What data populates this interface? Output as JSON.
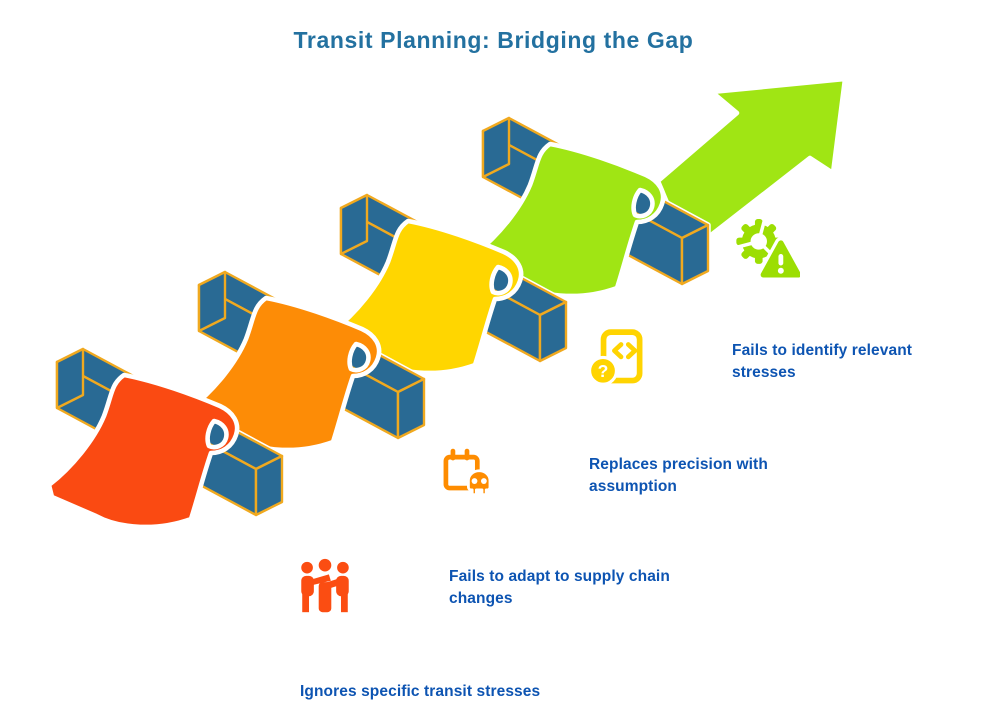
{
  "title": "Transit Planning: Bridging the Gap",
  "theme": {
    "background": "#ffffff",
    "title": "#2371a0",
    "text": "#0d54b2",
    "bar": "#296a94",
    "bar_edge": "#f0a91f",
    "outline": "#ffffff"
  },
  "ribbon_steps": [
    {
      "name": "step-1-red",
      "color": "#fa4a12"
    },
    {
      "name": "step-2-orange",
      "color": "#fd8c06"
    },
    {
      "name": "step-3-yellow",
      "color": "#ffd600"
    },
    {
      "name": "step-4-green",
      "color": "#a0e514",
      "has_arrow": true
    }
  ],
  "annotation_rows": [
    {
      "label": "Ignores specific transit stresses",
      "icon": null,
      "icon_color": null
    },
    {
      "label": "Fails to adapt to supply chain changes",
      "icon": "people-helping-icon",
      "icon_color": "#fb4d12"
    },
    {
      "label": "Replaces precision with assumption",
      "icon": "calendar-skull-icon",
      "icon_color": "#fe8c00"
    },
    {
      "label": "Fails to identify relevant stresses",
      "icon": "document-code-question-icon",
      "icon_color": "#ffd401"
    },
    {
      "label": null,
      "icon": "gear-warning-icon",
      "icon_color": "#9cde03"
    }
  ],
  "glyphs": {
    "question": "?"
  }
}
